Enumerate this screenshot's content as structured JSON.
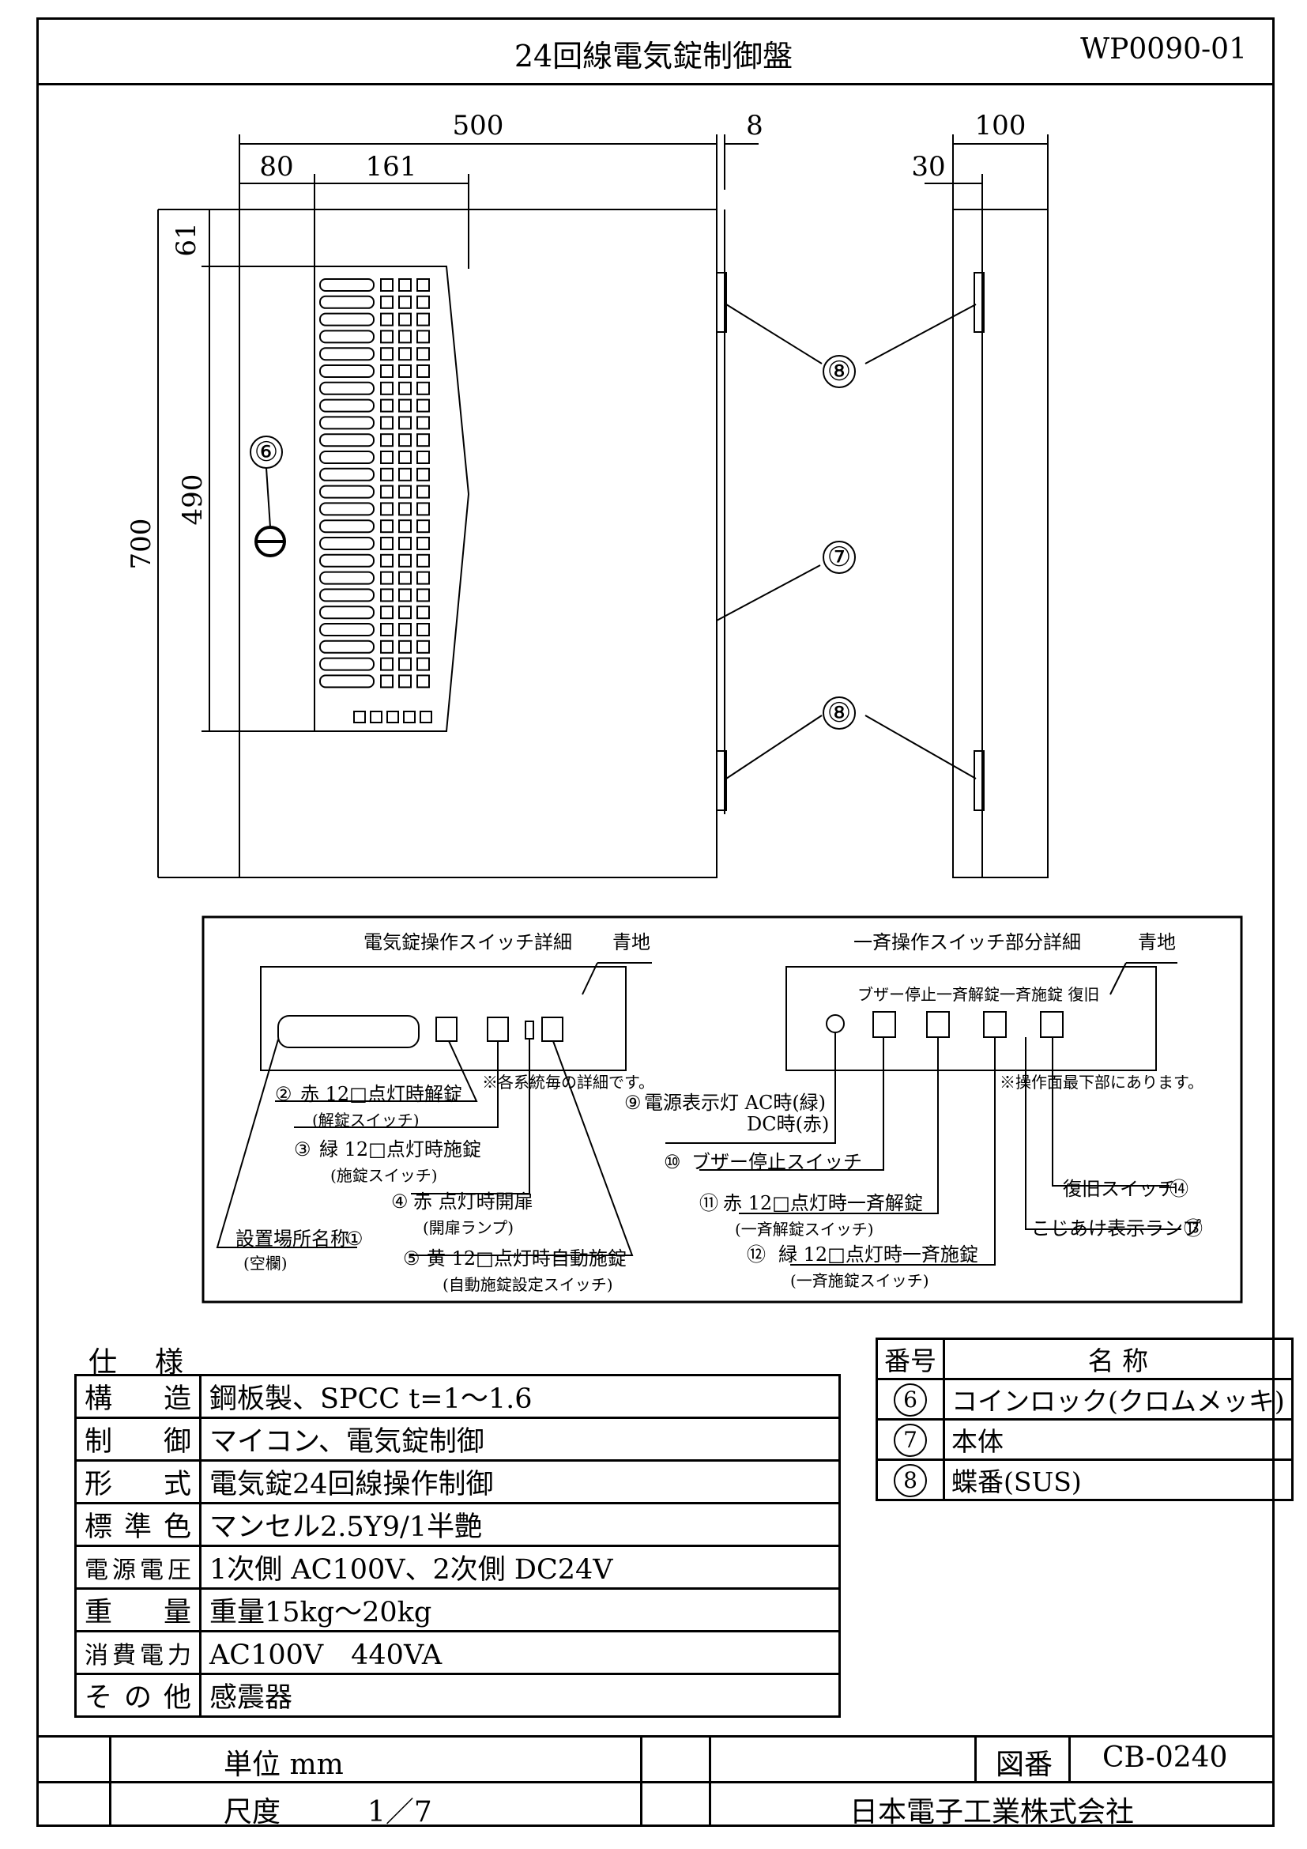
{
  "header": {
    "title": "24回線電気錠制御盤",
    "doc_number": "WP0090-01"
  },
  "dimensions": {
    "width_500": "500",
    "offset_80": "80",
    "offset_161": "161",
    "hinge_8": "8",
    "depth_100": "100",
    "depth_30": "30",
    "top_61": "61",
    "panel_490": "490",
    "height_700": "700"
  },
  "callouts": {
    "c6": "⑥",
    "c7": "⑦",
    "c8": "⑧"
  },
  "switch_detail": {
    "title": "電気錠操作スイッチ詳細",
    "bg_note": "青地",
    "note": "※各系統毎の詳細です。",
    "items": [
      {
        "num": "②",
        "text": "赤 12□点灯時解錠",
        "sub": "(解錠スイッチ)"
      },
      {
        "num": "③",
        "text": "緑 12□点灯時施錠",
        "sub": "(施錠スイッチ)"
      },
      {
        "num": "④",
        "text": "赤 点灯時開扉",
        "sub": "(開扉ランプ)"
      },
      {
        "num": "⑤",
        "text": "黄 12□点灯時自動施錠",
        "sub": "(自動施錠設定スイッチ)"
      },
      {
        "num": "①",
        "text": "設置場所名称",
        "sub": "(空欄)"
      }
    ]
  },
  "batch_detail": {
    "title": "一斉操作スイッチ部分詳細",
    "bg_note": "青地",
    "button_labels": "ブザー停止一斉解錠一斉施錠 復旧",
    "note": "※操作面最下部にあります。",
    "items": [
      {
        "num": "⑨",
        "text": "電源表示灯 AC時(緑)",
        "sub": "DC時(赤)"
      },
      {
        "num": "⑩",
        "text": "ブザー停止スイッチ",
        "sub": ""
      },
      {
        "num": "⑪",
        "text": "赤 12□点灯時一斉解錠",
        "sub": "(一斉解錠スイッチ)"
      },
      {
        "num": "⑫",
        "text": "緑 12□点灯時一斉施錠",
        "sub": "(一斉施錠スイッチ)"
      },
      {
        "num": "⑭",
        "text": "復旧スイッチ",
        "sub": ""
      },
      {
        "num": "⑬",
        "text": "こじあけ表示ランプ",
        "sub": ""
      }
    ]
  },
  "spec": {
    "heading": "仕様",
    "rows": [
      {
        "key": "構造",
        "value": "鋼板製、SPCC t=1～1.6"
      },
      {
        "key": "制御",
        "value": "マイコン、電気錠制御"
      },
      {
        "key": "形式",
        "value": "電気錠24回線操作制御"
      },
      {
        "key": "標準色",
        "value": "マンセル2.5Y9/1半艶"
      },
      {
        "key": "電源電圧",
        "value": "1次側 AC100V、2次側 DC24V"
      },
      {
        "key": "重量",
        "value": "重量15kg～20kg"
      },
      {
        "key": "消費電力",
        "value": "AC100V　440VA"
      },
      {
        "key": "その他",
        "value": "感震器"
      }
    ]
  },
  "parts": {
    "header_num": "番号",
    "header_name": "名 称",
    "rows": [
      {
        "num": "6",
        "name": "コインロック(クロムメッキ)"
      },
      {
        "num": "7",
        "name": "本体"
      },
      {
        "num": "8",
        "name": "蝶番(SUS)"
      }
    ]
  },
  "title_block": {
    "unit": "単位 mm",
    "scale_label": "尺度",
    "scale_value": "1／7",
    "drawing_no_label": "図番",
    "drawing_no": "CB-0240",
    "company": "日本電子工業株式会社"
  }
}
